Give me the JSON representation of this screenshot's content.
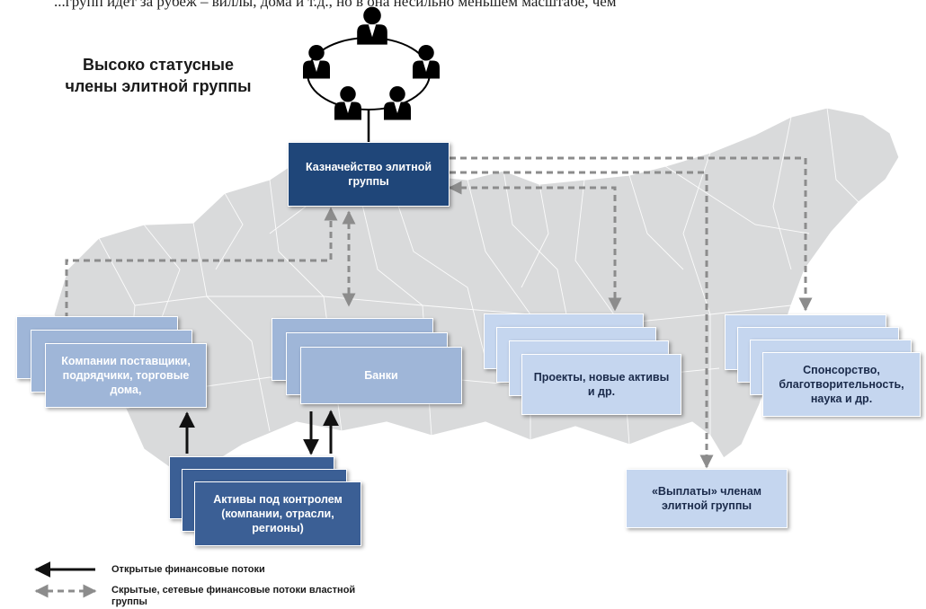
{
  "top_text_fragment": "...групп идет за рубеж – виллы, дома и т.д., но в она несильно меньшем масштабе, чем",
  "heading": [
    "Высоко статусные",
    "члены элитной группы"
  ],
  "boxes": {
    "treasury": "Казначейство элитной группы",
    "companies": "Компании поставщики, подрядчики, торговые дома,",
    "banks": "Банки",
    "projects": "Проекты, новые активы и др.",
    "sponsorship": "Спонсорство, благотворительность, наука и др.",
    "assets": "Активы под контролем (компании, отрасли, регионы)",
    "payouts": "«Выплаты» членам элитной группы"
  },
  "legend": {
    "open_flows": "Открытые финансовые потоки",
    "hidden_flows": [
      "Скрытые, сетевые финансовые потоки властной",
      "группы"
    ]
  },
  "colors": {
    "map_fill": "#d9dadb",
    "navy": "#1f4679",
    "dark_blue": "#3b5f95",
    "light_blue": "#9fb6d8",
    "pale_blue": "#c5d6ef",
    "dashed_arrow": "#8c8c8c",
    "solid_arrow": "#111111"
  },
  "icons": [
    "person-icon",
    "person-icon",
    "person-icon",
    "person-icon",
    "person-icon"
  ]
}
